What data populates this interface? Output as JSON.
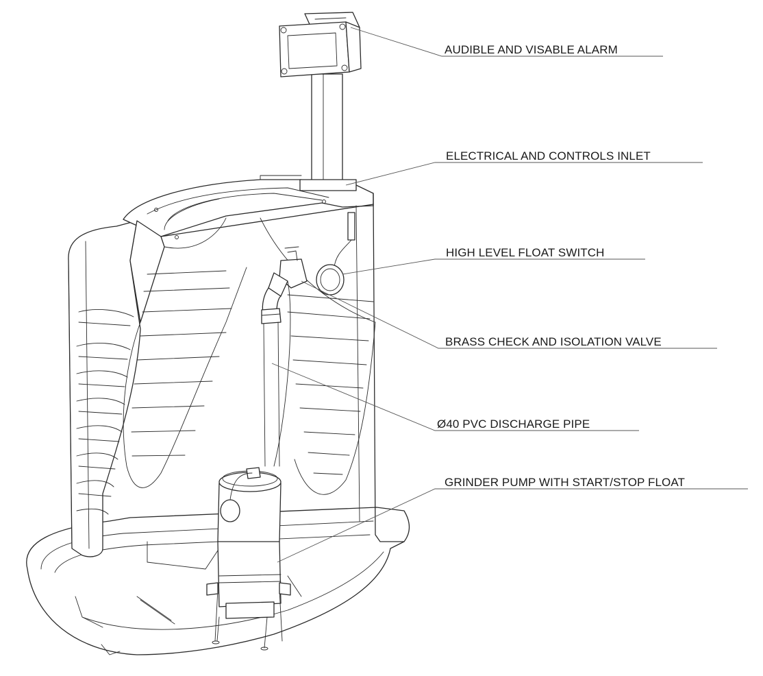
{
  "labels": {
    "alarm": "AUDIBLE AND VISABLE ALARM",
    "inlet": "ELECTRICAL AND CONTROLS INLET",
    "float_switch": "HIGH LEVEL FLOAT SWITCH",
    "valve": "BRASS CHECK AND ISOLATION VALVE",
    "pipe": "Ø40 PVC DISCHARGE PIPE",
    "pump": "GRINDER PUMP WITH START/STOP FLOAT"
  }
}
